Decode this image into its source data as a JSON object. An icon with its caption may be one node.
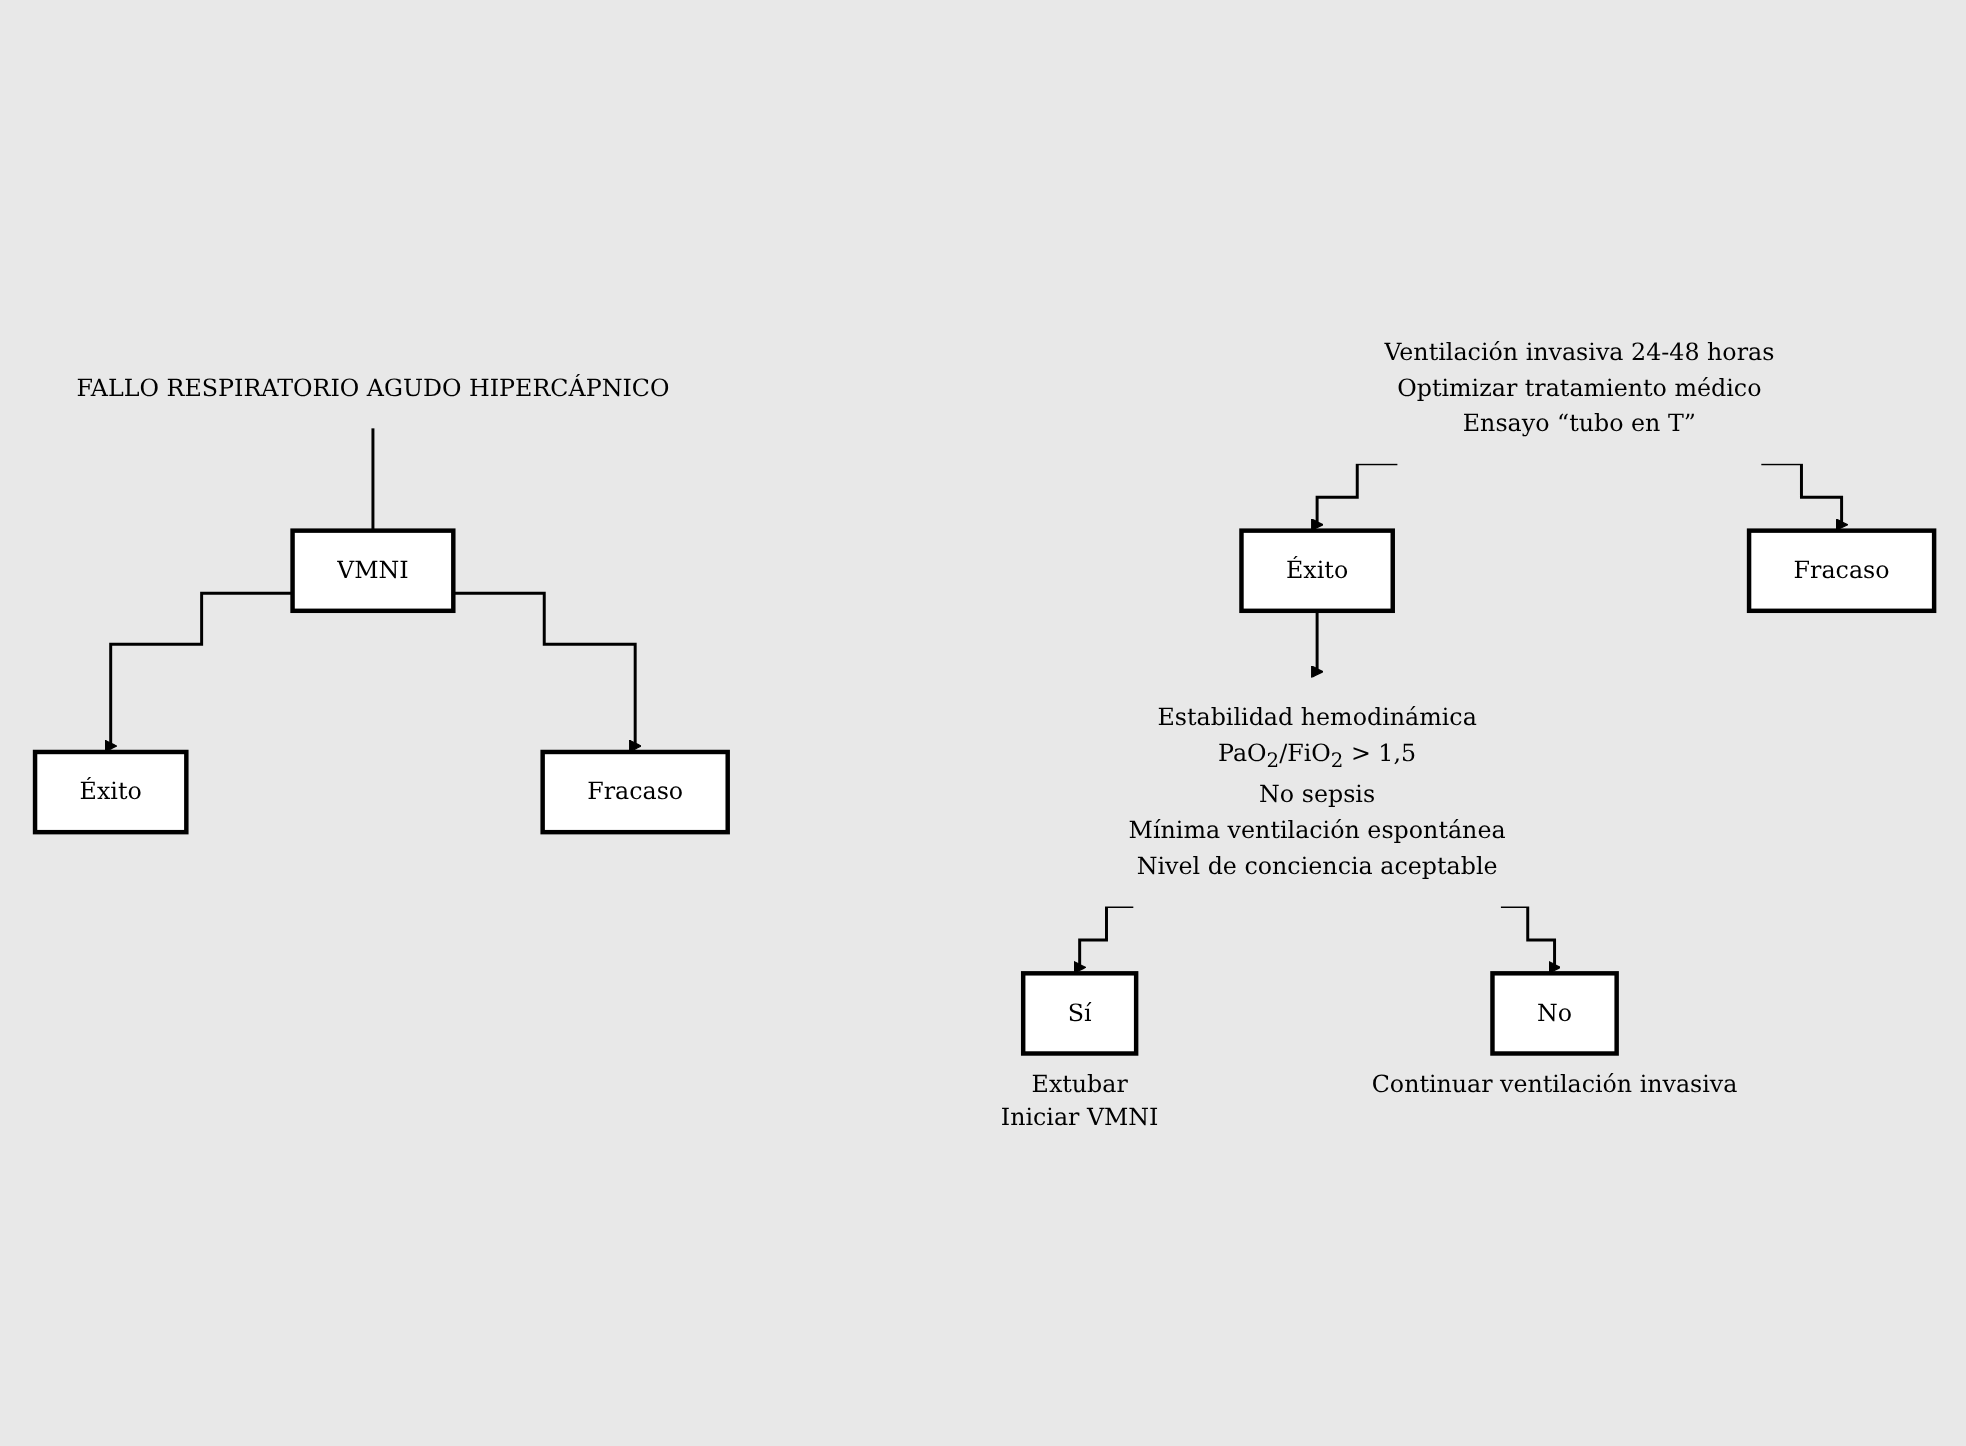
{
  "diagram": {
    "nodes": [
      {
        "text": [
          "FALLO RESPIRATORIO AGUDO HIPERCÁPNICO"
        ]
      },
      {
        "text": [
          "VMNI"
        ]
      },
      {
        "text": [
          "Éxito"
        ]
      },
      {
        "text": [
          "Fracaso"
        ]
      },
      {
        "text": [
          "Ventilación invasiva 24-48 horas",
          "Optimizar tratamiento médico",
          "Ensayo “tubo en T”"
        ]
      },
      {
        "text": [
          "Éxito"
        ]
      },
      {
        "text": [
          "Fracaso"
        ]
      },
      {
        "text": [
          "Estabilidad hemodinámica",
          "PaO$_{2}$/FiO$_{2}$ > 1,5",
          "No sepsis",
          "Mínima ventilación espontánea",
          "Nivel de conciencia aceptable"
        ]
      },
      {
        "text": [
          "Sí"
        ],
        "beside": [
          "Extubar",
          "Iniciar VMNI"
        ]
      },
      {
        "text": [
          "No"
        ],
        "beside": [
          "Continuar ventilación invasiva"
        ]
      }
    ],
    "edges": [
      {
        "from": 0,
        "to": 1,
        "arrow": "none"
      },
      {
        "from": 1,
        "to": 2,
        "arrow": "to"
      },
      {
        "from": 1,
        "to": 3,
        "arrow": "to"
      },
      {
        "from": 4,
        "to": 5,
        "arrow": "to"
      },
      {
        "from": 4,
        "to": 6,
        "arrow": "to"
      },
      {
        "from": 5,
        "to": 7,
        "arrow": "to"
      },
      {
        "from": 7,
        "to": 8,
        "arrow": "to"
      },
      {
        "from": 7,
        "to": 9,
        "arrow": "to"
      }
    ]
  }
}
